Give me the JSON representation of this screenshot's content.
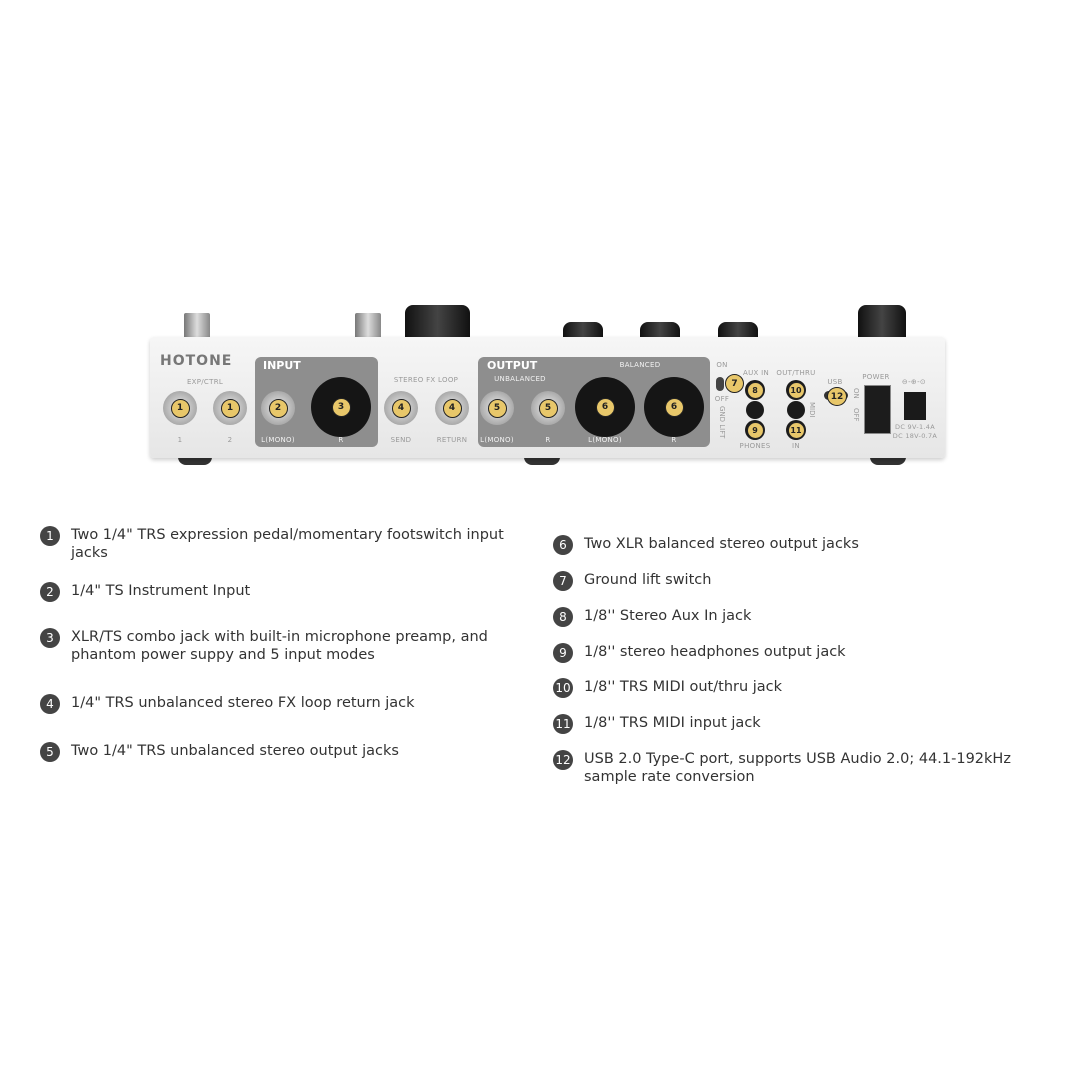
{
  "device": {
    "brand": "HOTONE",
    "exp_ctrl": "EXP/CTRL",
    "exp1": "1",
    "exp2": "2",
    "input": "INPUT",
    "input_l": "L(MONO)",
    "input_r": "R",
    "fx_loop": "STEREO FX LOOP",
    "send": "SEND",
    "return": "RETURN",
    "output": "OUTPUT",
    "unbalanced": "UNBALANCED",
    "balanced": "BALANCED",
    "out_l": "L(MONO)",
    "out_r": "R",
    "bal_l": "L(MONO)",
    "bal_r": "R",
    "on": "ON",
    "off": "OFF",
    "gnd_lift": "GND LIFT",
    "aux_in": "AUX IN",
    "phones": "PHONES",
    "out_thru": "OUT/THRU",
    "in": "IN",
    "midi": "MIDI",
    "usb": "USB",
    "pwr_on": "ON",
    "pwr_off": "OFF",
    "power": "POWER",
    "dc_symbol": "⊖-⊕-⊙",
    "dc1": "DC 9V-1.4A",
    "dc2": "DC 18V-0.7A",
    "badges": [
      "1",
      "2",
      "3",
      "4",
      "5",
      "6",
      "7",
      "8",
      "9",
      "10",
      "11",
      "12"
    ]
  },
  "legend": {
    "left": [
      {
        "n": "1",
        "text": "Two 1/4\" TRS expression pedal/momentary footswitch input jacks"
      },
      {
        "n": "2",
        "text": "1/4\" TS Instrument Input"
      },
      {
        "n": "3",
        "text": "XLR/TS combo jack with built-in microphone preamp, and phantom power suppy and 5 input modes"
      },
      {
        "n": "4",
        "text": "1/4\" TRS unbalanced stereo FX loop return jack"
      },
      {
        "n": "5",
        "text": "Two 1/4\" TRS unbalanced stereo output jacks"
      }
    ],
    "right": [
      {
        "n": "6",
        "text": "Two XLR balanced stereo output jacks"
      },
      {
        "n": "7",
        "text": "Ground lift switch"
      },
      {
        "n": "8",
        "text": "1/8'' Stereo Aux In jack"
      },
      {
        "n": "9",
        "text": "1/8'' stereo headphones output jack"
      },
      {
        "n": "10",
        "text": "1/8'' TRS MIDI out/thru jack"
      },
      {
        "n": "11",
        "text": "1/8'' TRS MIDI input jack"
      },
      {
        "n": "12",
        "text": "USB 2.0 Type-C port, supports USB Audio 2.0; 44.1-192kHz sample rate conversion"
      }
    ]
  },
  "colors": {
    "badge": "#e8c76a",
    "panel": "#ebebeb",
    "group": "#8e8e8e",
    "legend_circle": "#444444"
  }
}
